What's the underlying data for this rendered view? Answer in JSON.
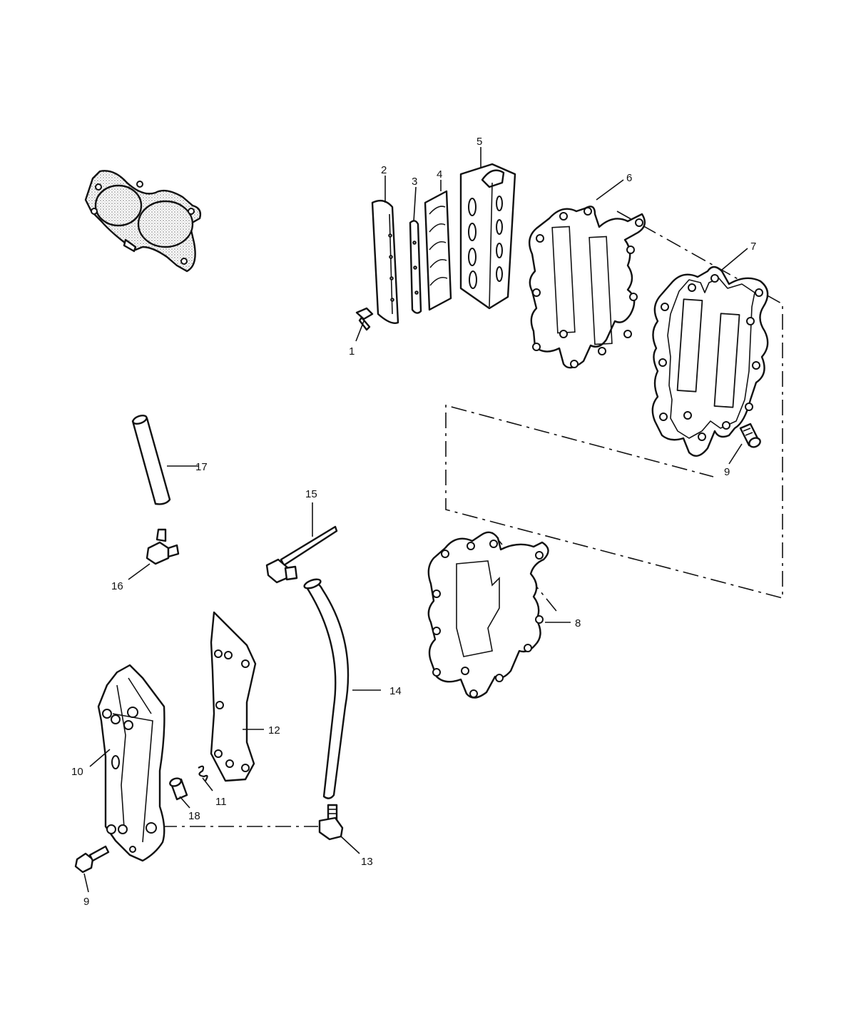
{
  "callouts": {
    "c1": "1",
    "c2": "2",
    "c3": "3",
    "c4": "4",
    "c5": "5",
    "c6": "6",
    "c7": "7",
    "c8": "8",
    "c9a": "9",
    "c9b": "9",
    "c10": "10",
    "c11": "11",
    "c12": "12",
    "c13": "13",
    "c14": "14",
    "c15": "15",
    "c16": "16",
    "c17": "17",
    "c18": "18"
  },
  "colors": {
    "ink": "#111111",
    "paper": "#ffffff",
    "stipple": "#9a9a9a"
  }
}
